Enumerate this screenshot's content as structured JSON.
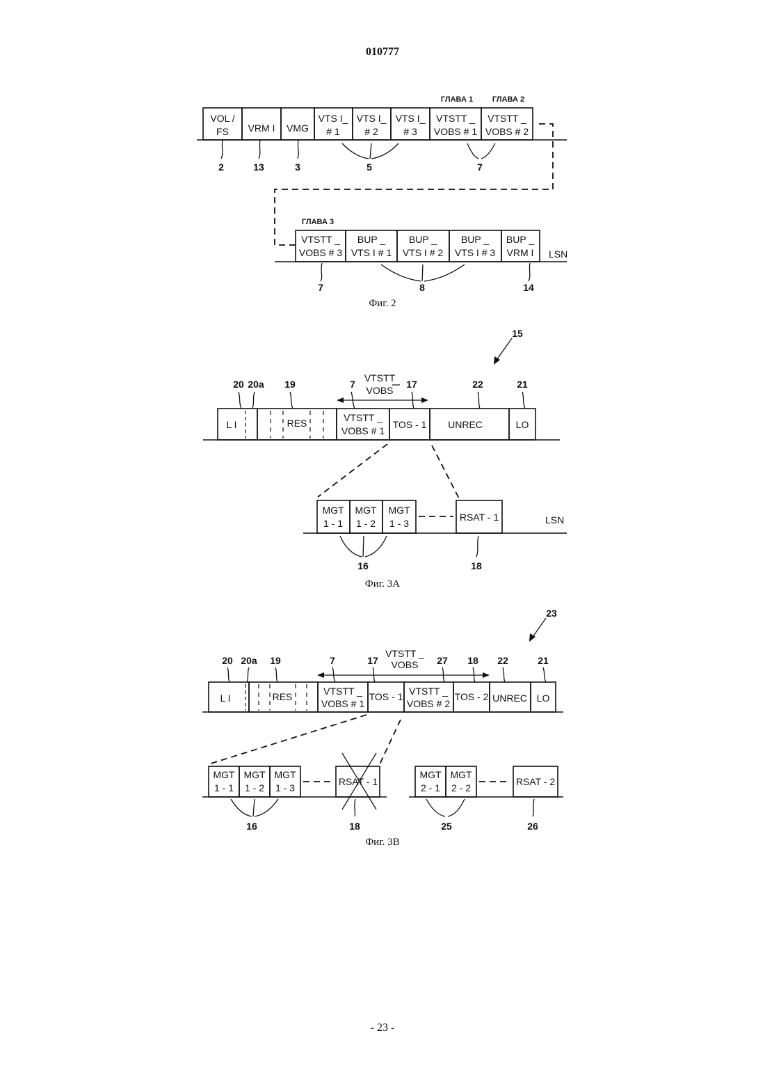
{
  "header": {
    "patent_number": "010777"
  },
  "footer": {
    "page_number": "- 23 -"
  },
  "fig2": {
    "caption": "Фиг. 2",
    "chapter_labels": [
      "ГЛАВА 1",
      "ГЛАВА 2",
      "ГЛАВА 3"
    ],
    "row1_blocks": [
      [
        "VOL /",
        "FS"
      ],
      [
        "VRM I"
      ],
      [
        "VMG"
      ],
      [
        "VTS I_",
        "# 1"
      ],
      [
        "VTS I_",
        "# 2"
      ],
      [
        "VTS I_",
        "# 3"
      ],
      [
        "VTSTT _",
        "VOBS # 1"
      ],
      [
        "VTSTT _",
        "VOBS # 2"
      ]
    ],
    "row2_blocks": [
      [
        "VTSTT _",
        "VOBS # 3"
      ],
      [
        "BUP _",
        "VTS I # 1"
      ],
      [
        "BUP _",
        "VTS I # 2"
      ],
      [
        "BUP _",
        "VTS I # 3"
      ],
      [
        "BUP _",
        "VRM I"
      ]
    ],
    "refs_row1": [
      "2",
      "13",
      "3",
      "5",
      "7"
    ],
    "refs_row2": [
      "7",
      "8",
      "14"
    ],
    "axis_label": "LSN"
  },
  "fig3a": {
    "caption": "Фиг. 3A",
    "figure_ref": "15",
    "span_label": [
      "VTSTT",
      "VOBS"
    ],
    "refs_top": [
      "20",
      "20a",
      "19",
      "7",
      "17",
      "22",
      "21"
    ],
    "blocks": [
      "L I",
      "RES",
      "VTSTT _|VOBS # 1",
      "TOS - 1",
      "UNREC",
      "LO"
    ],
    "sub_blocks": [
      [
        "MGT",
        "1 - 1"
      ],
      [
        "MGT",
        "1 - 2"
      ],
      [
        "MGT",
        "1 - 3"
      ],
      [
        "RSAT - 1"
      ]
    ],
    "refs_bottom": [
      "16",
      "18"
    ],
    "axis_label": "LSN"
  },
  "fig3b": {
    "caption": "Фиг. 3B",
    "figure_ref": "23",
    "span_label": [
      "VTSTT _",
      "VOBS"
    ],
    "refs_top": [
      "20",
      "20a",
      "19",
      "7",
      "17",
      "27",
      "18",
      "22",
      "21"
    ],
    "blocks": [
      "L I",
      "RES",
      "VTSTT _|VOBS # 1",
      "TOS - 1",
      "VTSTT _|VOBS # 2",
      "TOS - 2",
      "UNREC",
      "LO"
    ],
    "sub_blocks_left": [
      [
        "MGT",
        "1 - 1"
      ],
      [
        "MGT",
        "1 - 2"
      ],
      [
        "MGT",
        "1 - 3"
      ],
      [
        "RSAT - 1"
      ]
    ],
    "sub_blocks_right": [
      [
        "MGT",
        "2 - 1"
      ],
      [
        "MGT",
        "2 - 2"
      ],
      [
        "RSAT - 2"
      ]
    ],
    "refs_bottom": [
      "16",
      "18",
      "25",
      "26"
    ]
  }
}
